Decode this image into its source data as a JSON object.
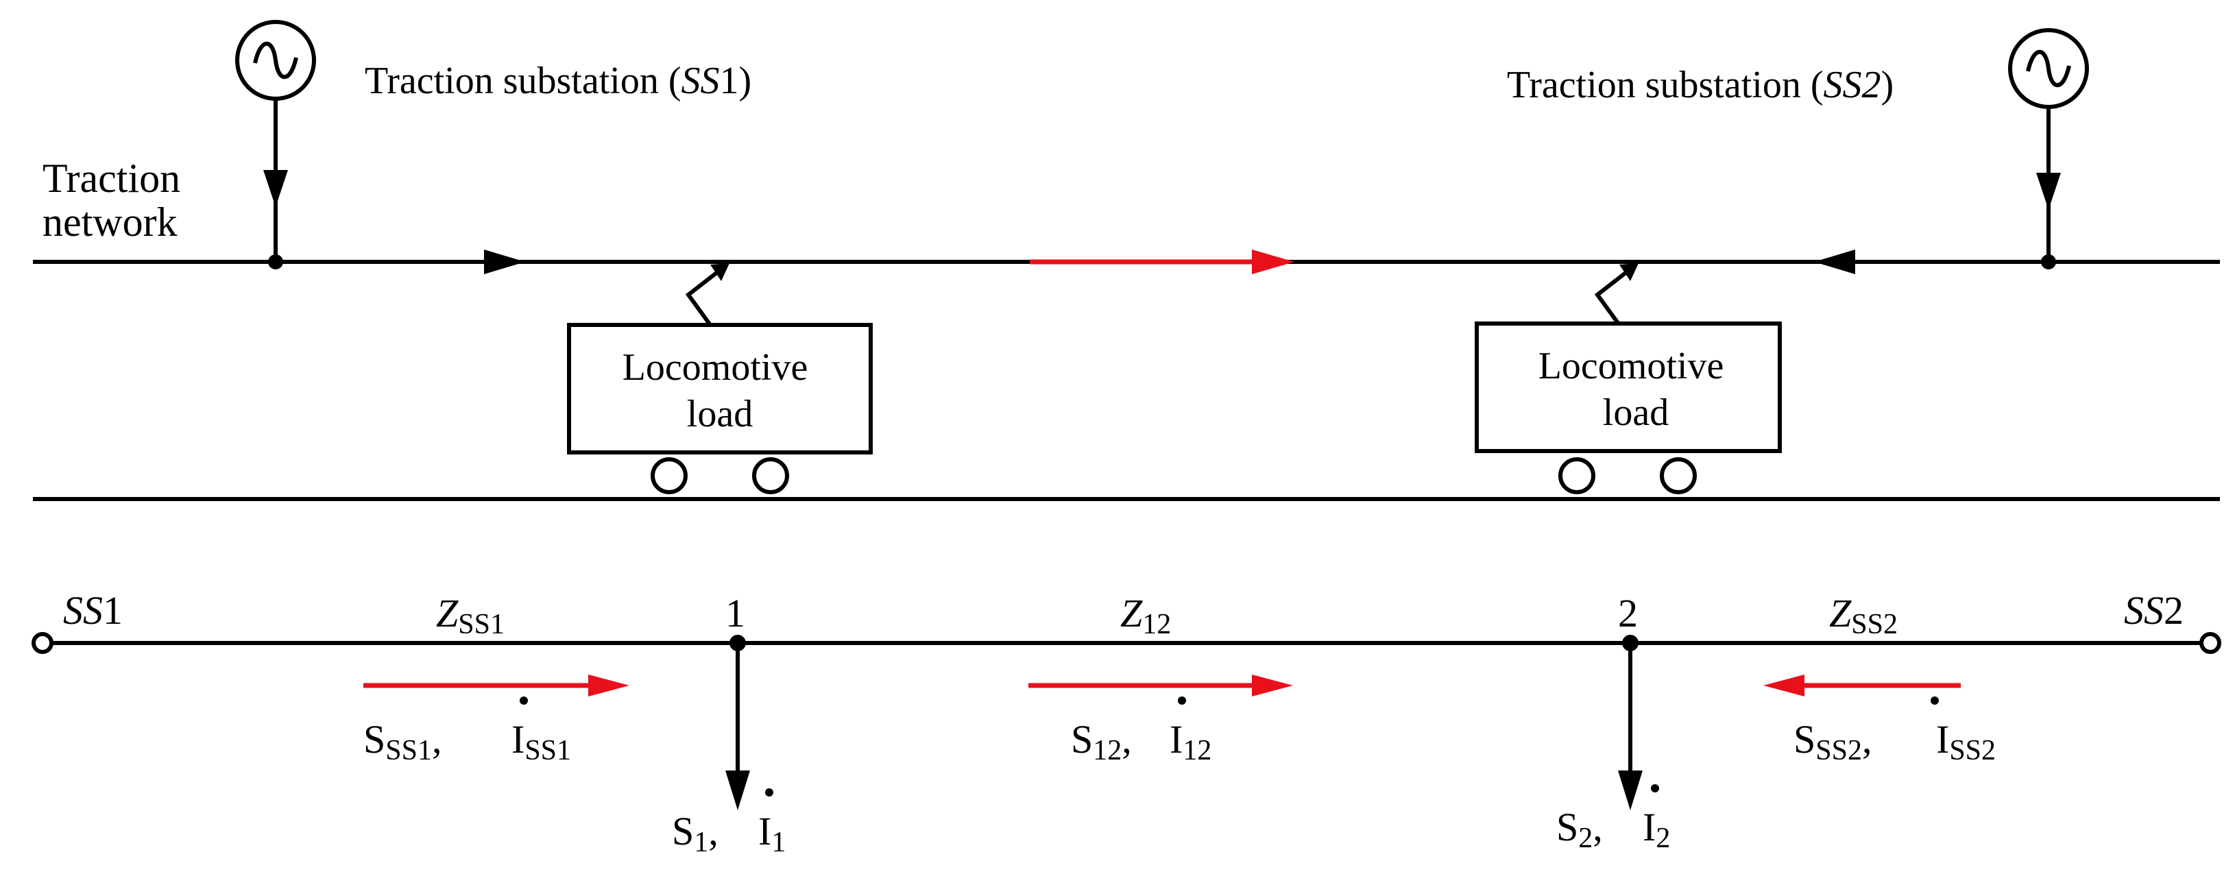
{
  "substation_1": {
    "label_prefix": "Traction substation (",
    "label_name": "SS",
    "label_num": "1",
    "label_suffix": ")"
  },
  "substation_2": {
    "label_prefix": "Traction substation (",
    "label_name": "SS2",
    "label_suffix": ")"
  },
  "traction_network": {
    "line1": "Traction",
    "line2": "network"
  },
  "locomotive_1": {
    "line1": "Locomotive",
    "line2": "load"
  },
  "locomotive_2": {
    "line1": "Locomotive",
    "line2": "load"
  },
  "equivalent_circuit": {
    "left_terminal": {
      "italic": "SS",
      "plain": "1"
    },
    "right_terminal": {
      "italic": "SS",
      "plain": "2"
    },
    "node_1": "1",
    "node_2": "2",
    "impedances": [
      {
        "symbol": "Z",
        "subscript": "SS1"
      },
      {
        "symbol": "Z",
        "subscript": "12"
      },
      {
        "symbol": "Z",
        "subscript": "SS2"
      }
    ],
    "branch_flows": [
      {
        "s": "S",
        "s_sub": "SS1",
        "sep": ",",
        "i": "I",
        "i_sub": "SS1"
      },
      {
        "s": "S",
        "s_sub": "12",
        "sep": ",",
        "i": "I",
        "i_sub": "12"
      },
      {
        "s": "S",
        "s_sub": "SS2",
        "sep": ",",
        "i": "I",
        "i_sub": "SS2"
      }
    ],
    "load_flows": [
      {
        "s": "S",
        "s_sub": "1",
        "sep": ",",
        "i": "I",
        "i_sub": "1"
      },
      {
        "s": "S",
        "s_sub": "2",
        "sep": ",",
        "i": "I",
        "i_sub": "2"
      }
    ]
  },
  "colors": {
    "line": "#000000",
    "flow_arrow": "#e8101a",
    "background": "#ffffff"
  },
  "icons": [
    "ac-source-icon",
    "ac-source-icon",
    "pantograph-icon",
    "wheel-icon",
    "terminal-icon",
    "node-dot-icon"
  ]
}
